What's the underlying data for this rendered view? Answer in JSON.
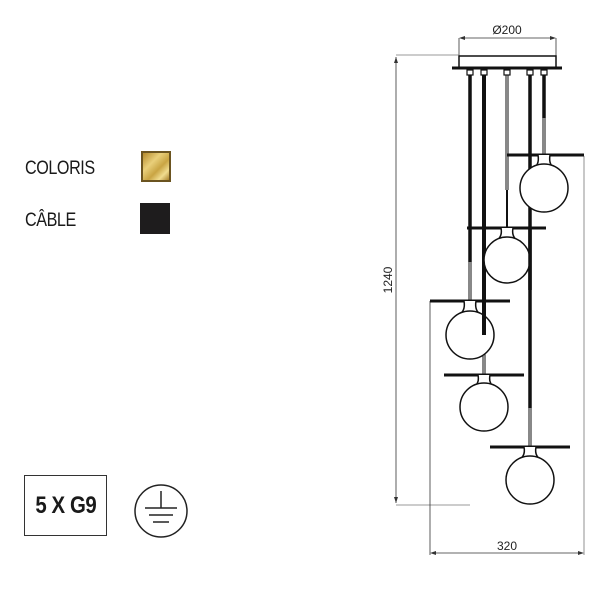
{
  "legend": {
    "items": [
      {
        "label": "COLORIS",
        "swatch": "gold-brushed",
        "color": "#c9a443"
      },
      {
        "label": "CÂBLE",
        "swatch": "black",
        "color": "#1e1c1d"
      }
    ]
  },
  "specs": {
    "bulbs": "5 X G9",
    "earth_symbol": "protective-earth-icon"
  },
  "drawing": {
    "canopy_diameter": "Ø200",
    "total_height": "1240",
    "total_width": "320",
    "pendant_count": 5
  }
}
